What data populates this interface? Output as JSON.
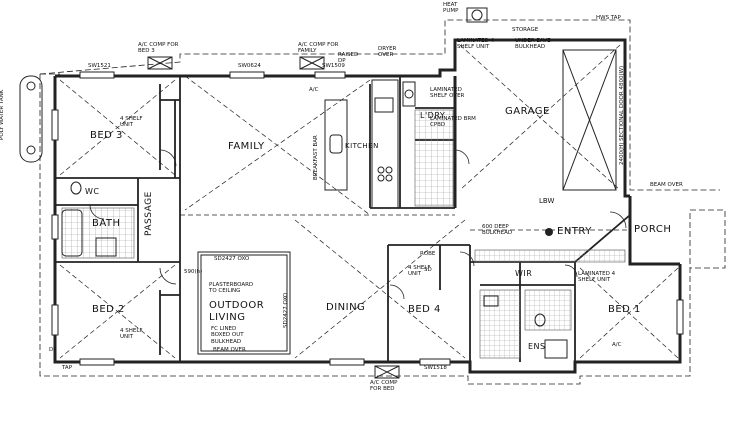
{
  "rooms": {
    "family": "FAMILY",
    "kitchen": "KITCHEN",
    "garage": "GARAGE",
    "bed3": "BED 3",
    "bed2": "BED 2",
    "bed4": "BED 4",
    "bed1": "BED 1",
    "bath": "BATH",
    "passage": "PASSAGE",
    "wc": "WC",
    "dining": "DINING",
    "outdoor": "OUTDOOR LIVING",
    "entry": "ENTRY",
    "porch": "PORCH",
    "wir": "WIR",
    "ens": "ENS",
    "ldry": "L'DRY",
    "lbw": "LBW",
    "storage": "STORAGE"
  },
  "notes": {
    "heat_pump": "HEAT PUMP",
    "ac_comp_bed3": "A/C COMP FOR BED 3",
    "ac_comp_family": "A/C COMP FOR FAMILY",
    "raised_dp": "RAISED DP",
    "dryer_over": "DRYER OVER",
    "laminated_shelf_unit": "LAMINATED 4 SHELF UNIT",
    "under_eave_bulkhead": "UNDER EAVE BULKHEAD",
    "laminated_shelf_over": "LAMINATED SHELF OVER",
    "laminated_brm_cpbd": "LAMINATED BRM CPBD",
    "sectional_door": "2400(H) SECTIONAL DOOR 4800(W)",
    "hws_tap": "HWS TAP",
    "poly_water_tank": "POLY WATER TANK",
    "breakfast_bar": "BREAKFAST BAR",
    "bulkhead_600": "600 DEEP BULKHEAD",
    "beam_over": "BEAM OVER",
    "shelf_unit_bed3": "4 SHELF UNIT",
    "shelf_unit_bed2": "4 SHELF UNIT",
    "shelf_unit_bed4": "4 SHELF UNIT",
    "laminated_shelf_bed1": "LAMINATED 4 SHELF UNIT",
    "plasterboard": "PLASTERBOARD TO CEILING",
    "fc_lined": "FC LINED BOXED OUT BULKHEAD",
    "beam_over2": "BEAM OVER",
    "ac_comp_bed": "A/C COMP FOR BED",
    "sd2427_top": "SD2427 OXO",
    "sd2427_side": "SD2427 OXO",
    "w590": "590(h)",
    "robe": "ROBE",
    "sd": "SD",
    "ac": "A/C",
    "tap": "TAP",
    "dp": "DP",
    "sw1521": "SW1521",
    "sw0624": "SW0624",
    "sw1509": "SW1509",
    "sw1518": "SW1518",
    "ac2": "A/C"
  },
  "colors": {
    "line": "#222222",
    "background": "#ffffff",
    "tile": "#9a9a9a"
  }
}
